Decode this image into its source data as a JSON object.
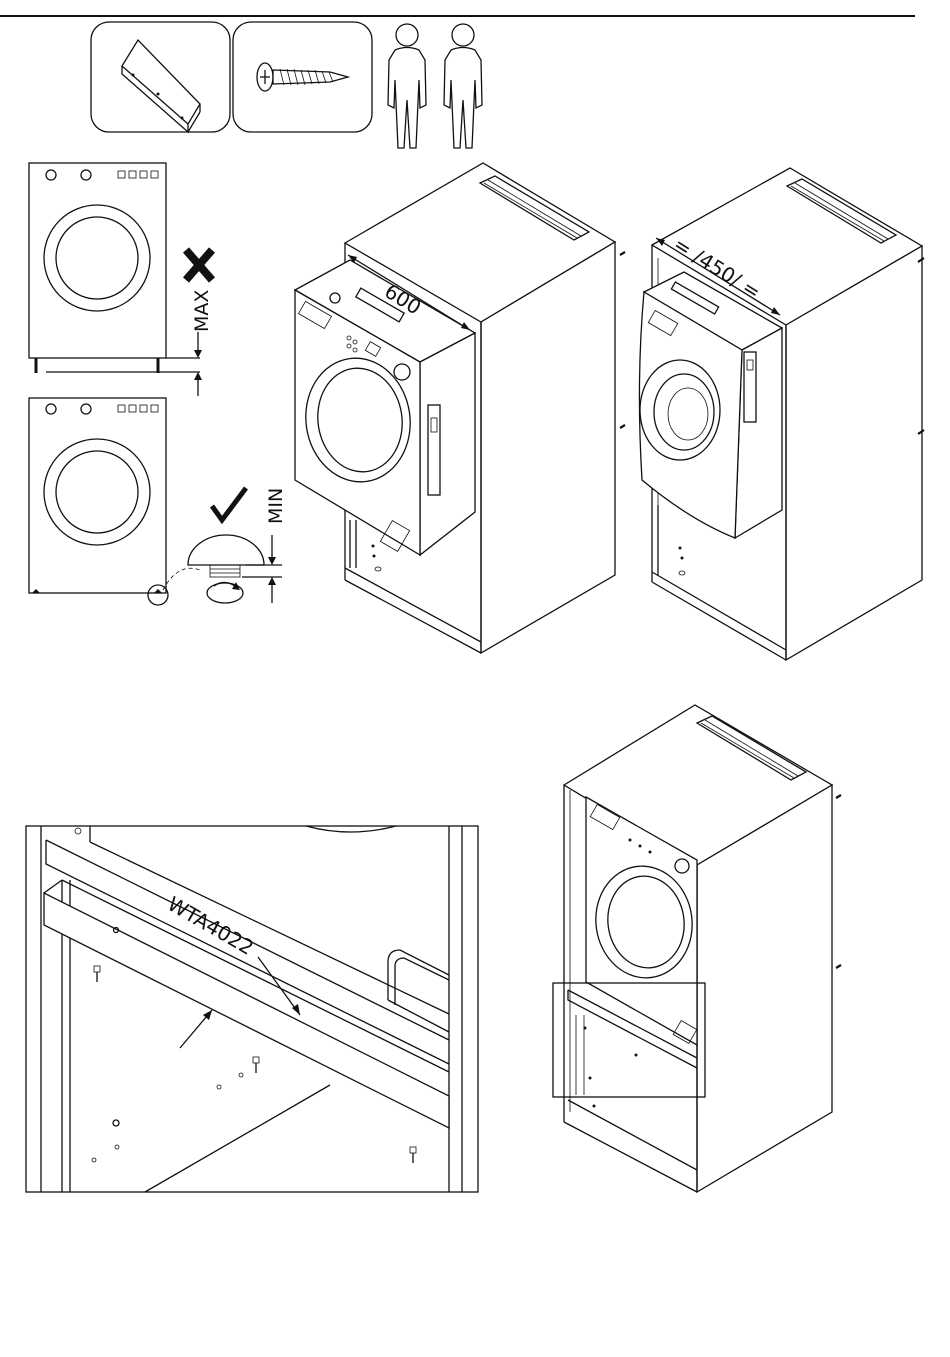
{
  "labels": {
    "max_label": "MAX",
    "min_label": "MIN",
    "width_dimension": "600",
    "depth_dimension": "= /450/ =",
    "part_code": "WTA4022"
  },
  "icons": {
    "bracket": "angle-bracket-icon",
    "screw": "screw-icon",
    "people": "two-persons-icon",
    "forbidden": "x-mark-icon",
    "allowed": "checkmark-icon"
  }
}
